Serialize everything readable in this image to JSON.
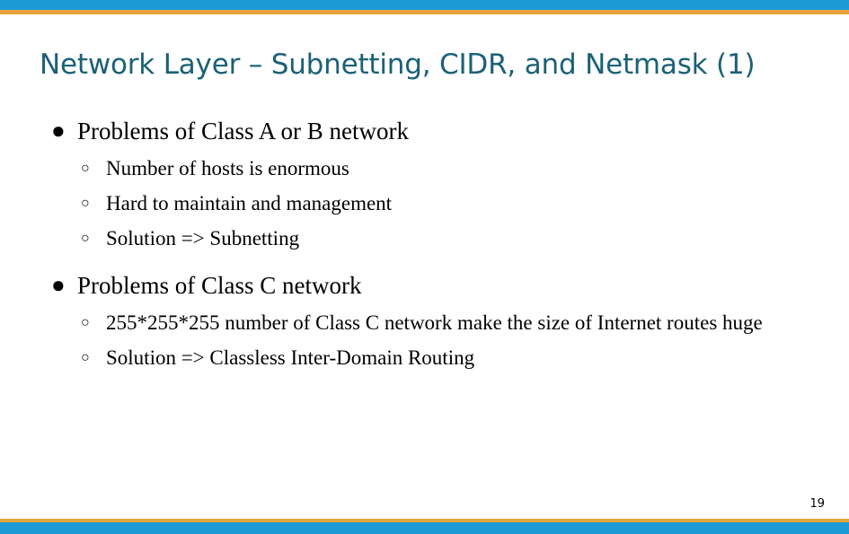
{
  "slide": {
    "title": "Network Layer – Subnetting, CIDR, and Netmask (1)",
    "page_number": "19",
    "colors": {
      "title": "#1B6177",
      "accent_blue": "#1C9AD6",
      "accent_gold": "#E8A33D",
      "body_text": "#000000",
      "background": "#FFFFFF"
    },
    "bullets": {
      "level1_glyph": "●",
      "level2_glyph": "○"
    },
    "groups": [
      {
        "heading": "Problems of Class A or B network",
        "items": [
          "Number of hosts is enormous",
          "Hard to maintain and management",
          "Solution => Subnetting"
        ]
      },
      {
        "heading": "Problems of Class C network",
        "items": [
          "255*255*255 number of Class C network make the size of Internet routes huge",
          "Solution => Classless Inter-Domain Routing"
        ]
      }
    ]
  }
}
